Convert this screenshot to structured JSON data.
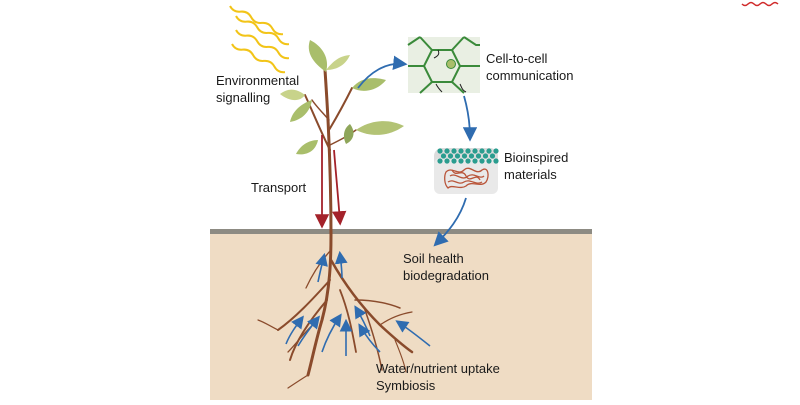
{
  "labels": {
    "environmental": [
      "Environmental",
      "signalling"
    ],
    "cell": [
      "Cell-to-cell",
      "communication"
    ],
    "bio": [
      "Bioinspired",
      "materials"
    ],
    "transport": "Transport",
    "soil": [
      "Soil health",
      "biodegradation"
    ],
    "uptake": [
      "Water/nutrient uptake",
      "Symbiosis"
    ]
  },
  "colors": {
    "soil": "#efdcc4",
    "ground_line": "#8d8b83",
    "stem": "#8a4b2c",
    "leaf": "#a9be6b",
    "leaf_light": "#c8d38a",
    "sun_rays": "#f2c418",
    "blue_arrow": "#2f6cb0",
    "red_arrow": "#a4222a",
    "cell_wall": "#3a8a3a",
    "material_beads": "#2a9d8f",
    "material_fiber": "#b9553a"
  },
  "icons": {
    "sun": "sun-rays-icon",
    "cells": "plant-cell-grid-icon",
    "material": "bioinspired-material-icon"
  }
}
